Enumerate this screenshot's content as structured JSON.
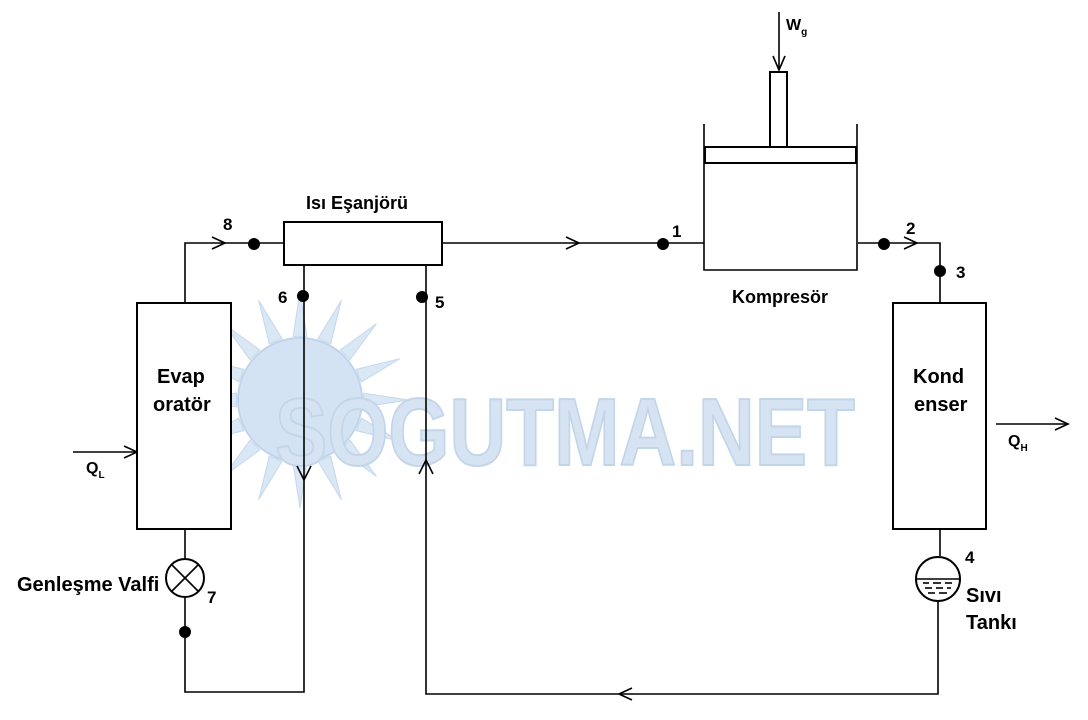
{
  "watermark": {
    "text": "SOGUTMA.NET"
  },
  "components": {
    "heat_exchanger": "Isı Eşanjörü",
    "compressor": "Kompresör",
    "evaporator": [
      "Evap",
      "oratör"
    ],
    "condenser": [
      "Kond",
      "enser"
    ],
    "expansion_valve": "Genleşme Valfi",
    "liquid_tank": [
      "Sıvı",
      "Tankı"
    ]
  },
  "symbols": {
    "work": {
      "main": "W",
      "sub": "g"
    },
    "heat_in": {
      "main": "Q",
      "sub": "L"
    },
    "heat_out": {
      "main": "Q",
      "sub": "H"
    }
  },
  "state_points": [
    "1",
    "2",
    "3",
    "4",
    "5",
    "6",
    "7",
    "8"
  ],
  "colors": {
    "line": "#000000",
    "watermark": "#cfdff0"
  }
}
